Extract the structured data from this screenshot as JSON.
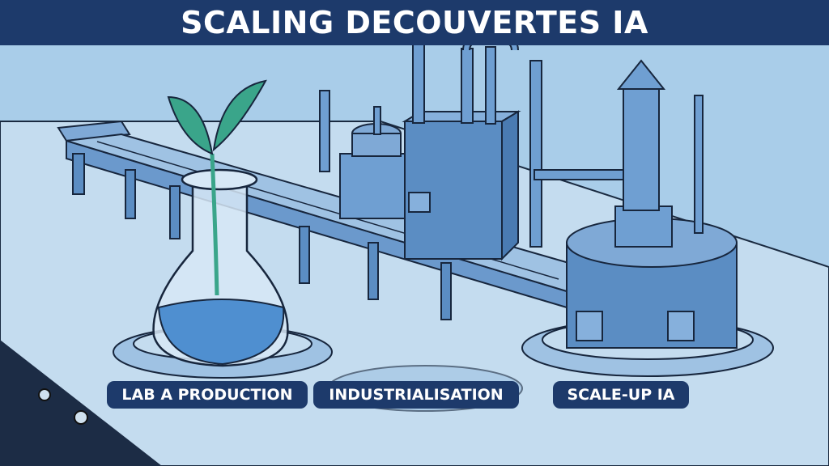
{
  "title": "SCALING DECOUVERTES IA",
  "labels": [
    "LAB A PRODUCTION",
    "INDUSTRIALISATION",
    "SCALE-UP IA"
  ],
  "illustration": {
    "description_icons": [
      "flask-with-sprout-icon",
      "conveyor-belt-icon",
      "industrial-machine-icon",
      "reactor-tank-icon"
    ],
    "colors": {
      "banner": "#1d3a6b",
      "background": "#a9cde9",
      "floor": "#c6ddf0",
      "machine": "#5b8dc3",
      "leaf": "#3aa58a"
    }
  }
}
